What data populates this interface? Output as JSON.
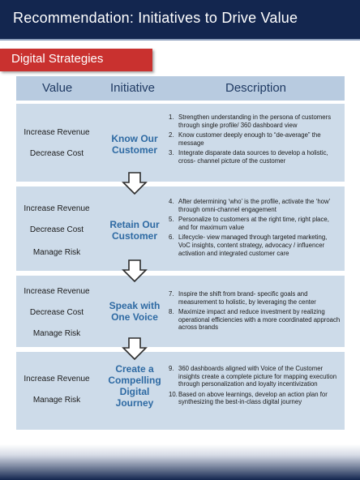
{
  "header": {
    "title": "Recommendation: Initiatives to Drive Value"
  },
  "section": {
    "label": "Digital Strategies"
  },
  "table": {
    "columns": [
      "Value",
      "Initiative",
      "Description"
    ],
    "rows": [
      {
        "values": [
          "Increase Revenue",
          "Decrease Cost"
        ],
        "initiative": [
          "Know Our",
          "Customer"
        ],
        "items": [
          {
            "num": "1.",
            "text": "Strengthen understanding in the persona of customers through single profile/ 360 dashboard view"
          },
          {
            "num": "2.",
            "text": "Know customer deeply enough to “de-average” the message"
          },
          {
            "num": "3.",
            "text": "Integrate disparate data sources to develop a holistic, cross- channel picture of the customer"
          }
        ]
      },
      {
        "values": [
          "Increase Revenue",
          "Decrease Cost",
          "Manage Risk"
        ],
        "initiative": [
          "Retain Our",
          "Customer"
        ],
        "items": [
          {
            "num": "4.",
            "text": "After determining ‘who’ is the profile, activate the ‘how’ through omni-channel engagement"
          },
          {
            "num": "5.",
            "text": "Personalize to customers at the right time, right place, and for maximum value"
          },
          {
            "num": "6.",
            "text": "Lifecycle- view managed through targeted marketing, VoC insights, content strategy, advocacy / influencer activation and integrated customer care"
          }
        ]
      },
      {
        "values": [
          "Increase Revenue",
          "Decrease Cost",
          "Manage Risk"
        ],
        "initiative": [
          "Speak with",
          "One Voice"
        ],
        "items": [
          {
            "num": "7.",
            "text": "Inspire the shift from brand- specific goals and measurement to holistic, by leveraging the center"
          },
          {
            "num": "8.",
            "text": "Maximize impact and reduce investment by realizing operational efficiencies with a more coordinated approach across brands"
          }
        ]
      },
      {
        "values": [
          "Increase Revenue",
          "Manage Risk"
        ],
        "initiative": [
          "Create a",
          "Compelling",
          "Digital",
          "Journey"
        ],
        "items": [
          {
            "num": "9.",
            "text": "360 dashboards aligned with Voice of the Customer insights create a complete picture for mapping execution through personalization and loyalty incentivization"
          },
          {
            "num": "10.",
            "text": "Based on above learnings, develop an action plan for synthesizing the best-in-class digital journey"
          }
        ]
      }
    ]
  },
  "colors": {
    "header": "#13264f",
    "tab": "#c9312f",
    "row": "#cddbe9",
    "initiative": "#2e6aa3"
  }
}
